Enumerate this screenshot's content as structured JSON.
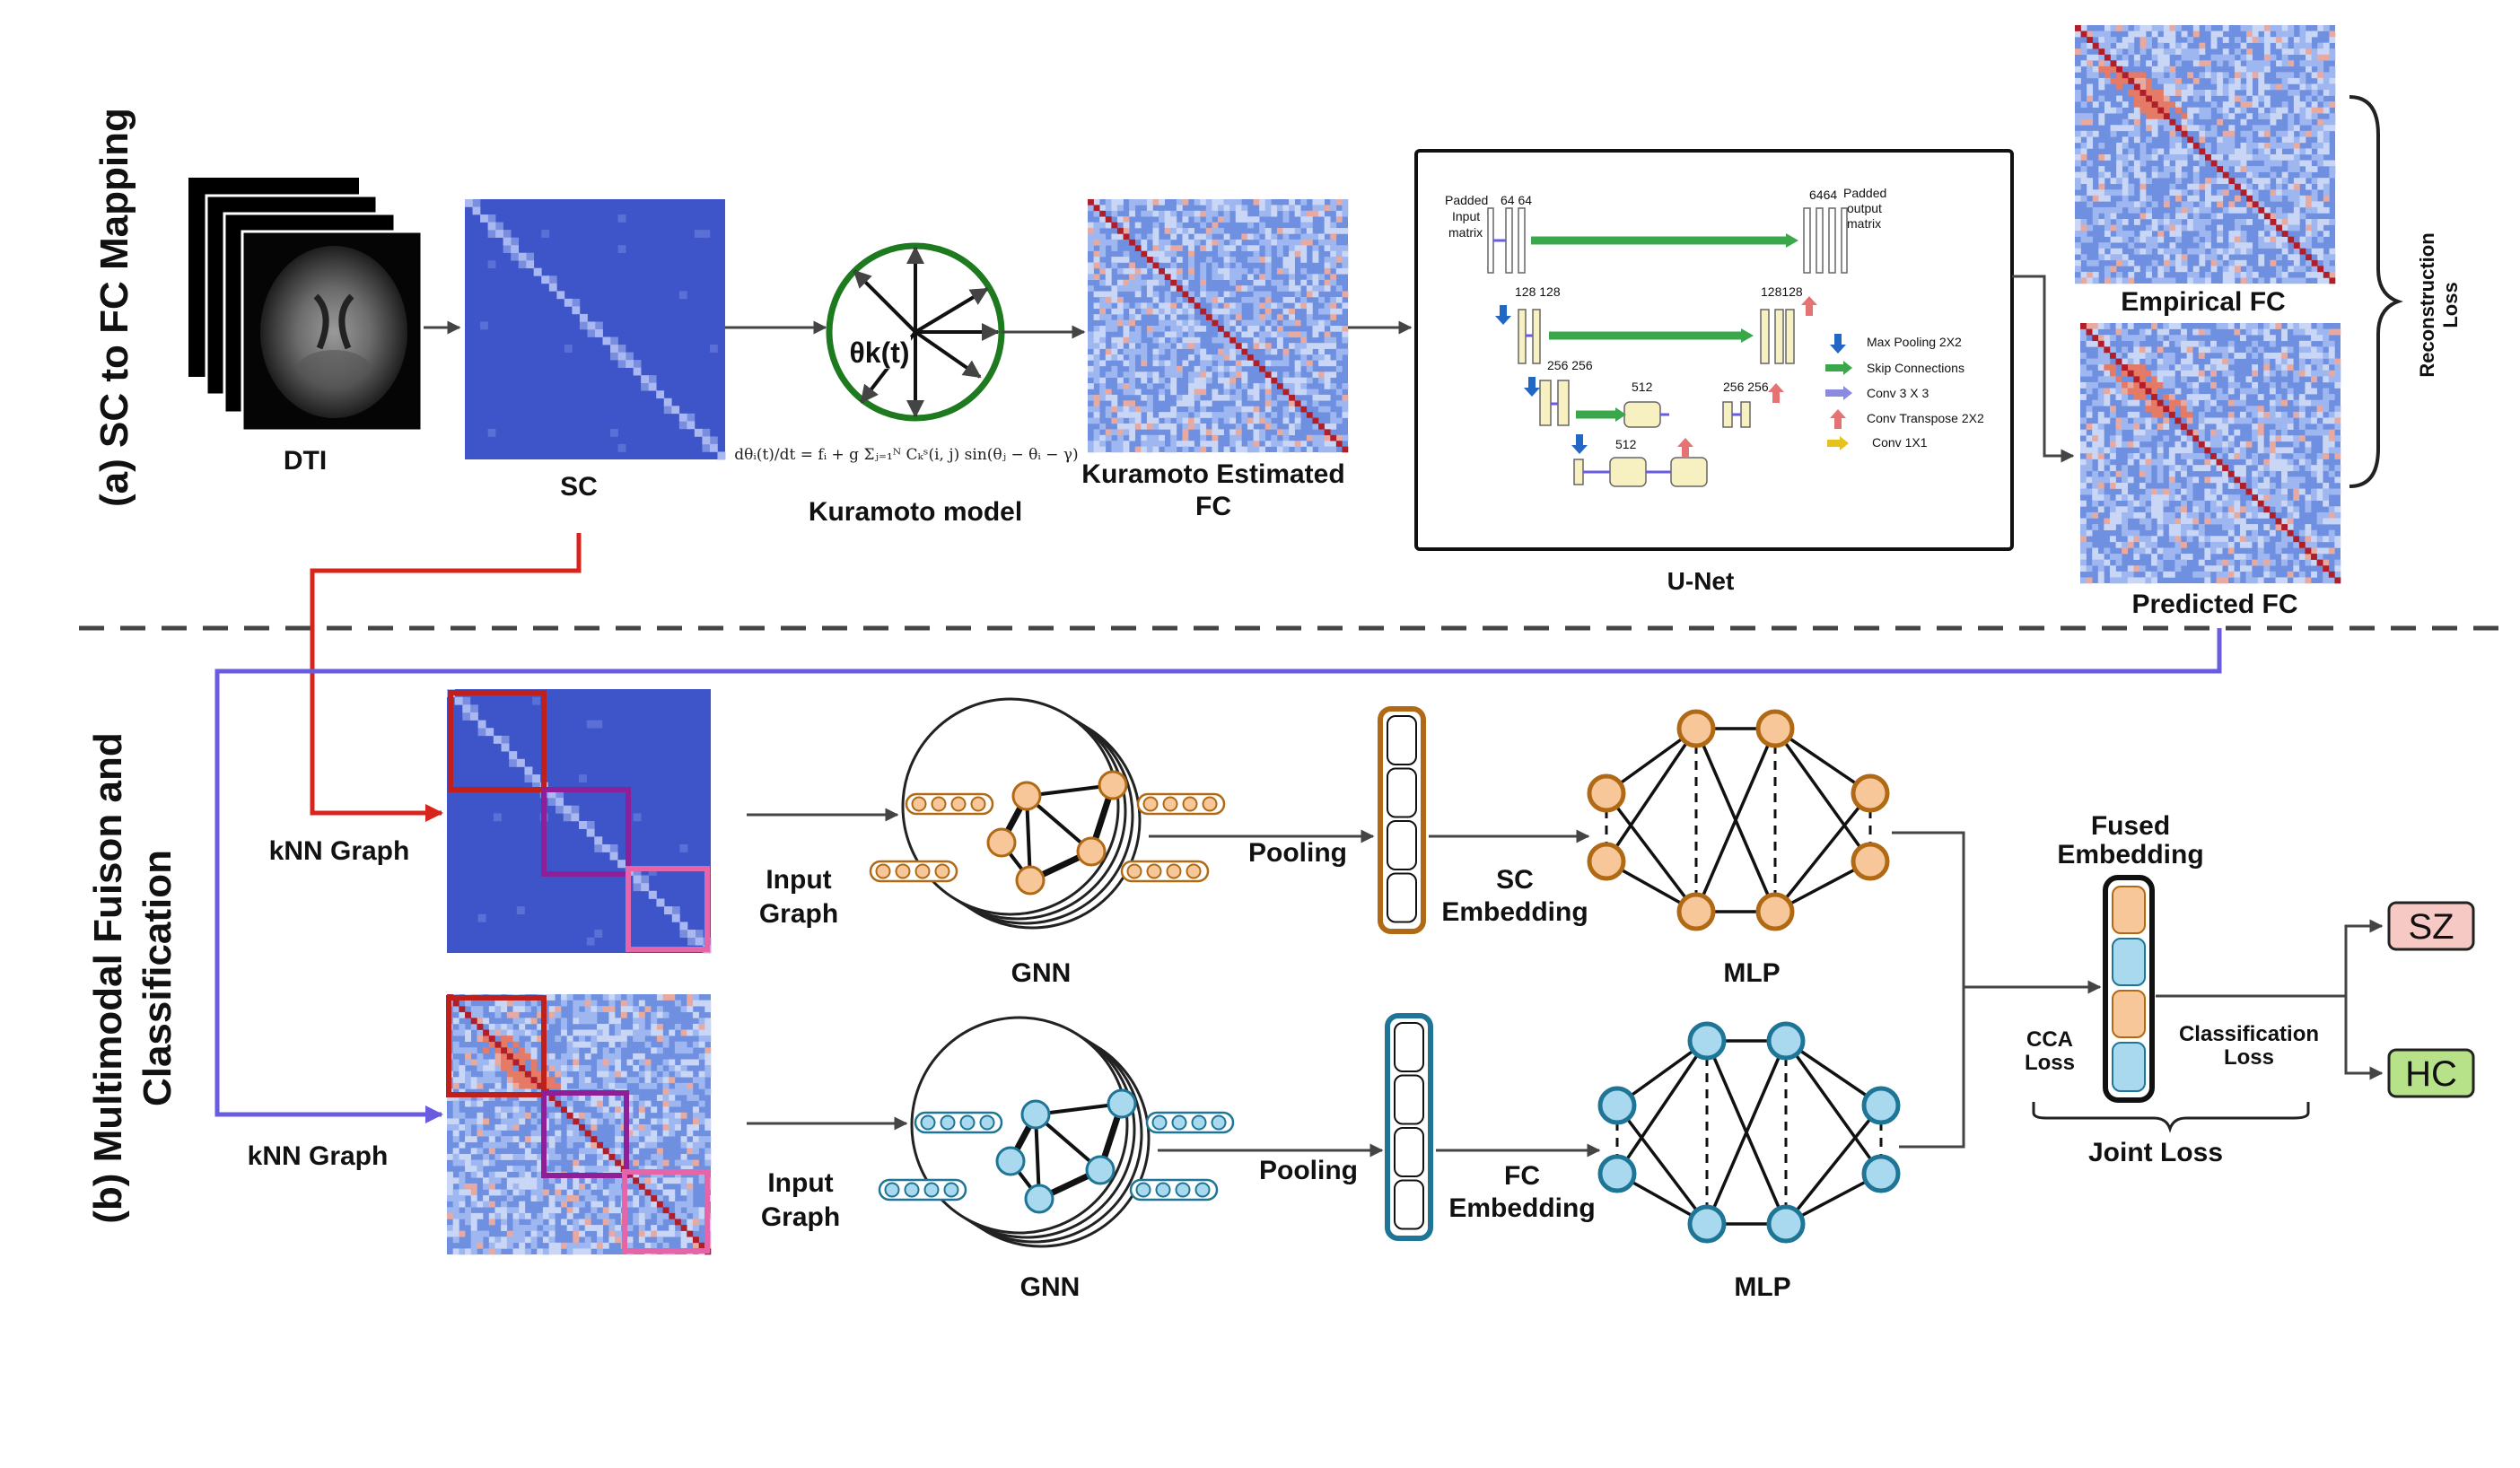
{
  "colors": {
    "blue_matrix": "#3d55c8",
    "fc_matrix": "#7f9de8",
    "red_arrow": "#d8241c",
    "purple_arrow": "#6a5ce0",
    "sc_node": "#f7c79a",
    "sc_border": "#b06a15",
    "fc_node": "#a9d9ee",
    "fc_border": "#1f7595",
    "green": "#1e7a1e",
    "sz_fill": "#f6c9c4",
    "hc_fill": "#b8e28a"
  },
  "section_a": {
    "title": "(a) SC to FC Mapping",
    "dti_label": "DTI",
    "sc_label": "SC",
    "kuramoto_symbol": "θk(t)",
    "kuramoto_equation": "dθᵢ(t)/dt = fᵢ + g Σⱼ₌₁ᴺ Cₖˢ(i, j) sin(θⱼ − θᵢ − γ)",
    "kuramoto_label": "Kuramoto model",
    "kuramoto_fc_line1": "Kuramoto Estimated",
    "kuramoto_fc_line2": "FC",
    "unet_label": "U-Net",
    "unet": {
      "padded_input_1": "Padded",
      "padded_input_2": "Input",
      "padded_input_3": "matrix",
      "padded_output_1": "Padded",
      "padded_output_2": "output",
      "padded_output_3": "matrix",
      "ch_64_64": "64 64",
      "ch_6464": "6464",
      "ch_128_128": "128 128",
      "ch_128128": "128128",
      "ch_256_256": "256 256",
      "ch_512_top": "512",
      "ch_256_256b": "256 256",
      "ch_512_bottom": "512",
      "legend": [
        {
          "label": "Max Pooling 2X2",
          "icon": "arrow-down-blue-icon"
        },
        {
          "label": "Skip Connections",
          "icon": "arrow-right-green-icon"
        },
        {
          "label": "Conv 3 X 3",
          "icon": "arrow-right-purple-icon"
        },
        {
          "label": "Conv Transpose 2X2",
          "icon": "arrow-up-red-icon"
        },
        {
          "label": "Conv 1X1",
          "icon": "arrow-right-yellow-icon"
        }
      ]
    },
    "empirical_fc_label": "Empirical FC",
    "predicted_fc_label": "Predicted FC",
    "reconstruction_line1": "Reconstruction",
    "reconstruction_line2": "Loss"
  },
  "section_b": {
    "title_line1": "(b) Multimodal Fuison and",
    "title_line2": "Classification",
    "knn_graph_top": "kNN Graph",
    "knn_graph_bottom": "kNN Graph",
    "input_graph_top_1": "Input",
    "input_graph_top_2": "Graph",
    "input_graph_bottom_1": "Input",
    "input_graph_bottom_2": "Graph",
    "gnn_top": "GNN",
    "gnn_bottom": "GNN",
    "pooling_top": "Pooling",
    "pooling_bottom": "Pooling",
    "sc_embedding_1": "SC",
    "sc_embedding_2": "Embedding",
    "fc_embedding_1": "FC",
    "fc_embedding_2": "Embedding",
    "mlp_top": "MLP",
    "mlp_bottom": "MLP",
    "fused_1": "Fused",
    "fused_2": "Embedding",
    "cca_1": "CCA",
    "cca_2": "Loss",
    "classification_1": "Classification",
    "classification_2": "Loss",
    "joint_loss": "Joint Loss",
    "sz": "SZ",
    "hc": "HC"
  }
}
